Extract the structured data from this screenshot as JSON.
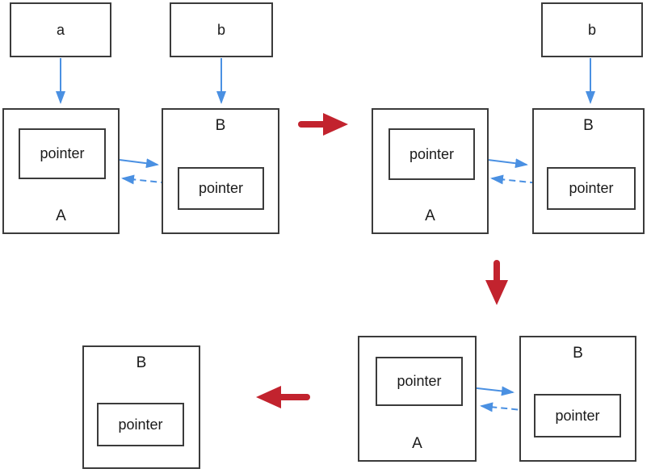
{
  "colors": {
    "box_border": "#3b3b3b",
    "blue_arrow": "#4a90e2",
    "red_arrow": "#c2232e"
  },
  "diagram": {
    "state1": {
      "var_a": "a",
      "var_b": "b",
      "object_a_label": "A",
      "object_b_label": "B",
      "pointer_a": "pointer",
      "pointer_b": "pointer"
    },
    "state2": {
      "var_b": "b",
      "object_a_label": "A",
      "object_b_label": "B",
      "pointer_a": "pointer",
      "pointer_b": "pointer"
    },
    "state3": {
      "object_a_label": "A",
      "object_b_label": "B",
      "pointer_a": "pointer",
      "pointer_b": "pointer"
    },
    "state4": {
      "object_b_label": "B",
      "pointer_b": "pointer"
    }
  }
}
